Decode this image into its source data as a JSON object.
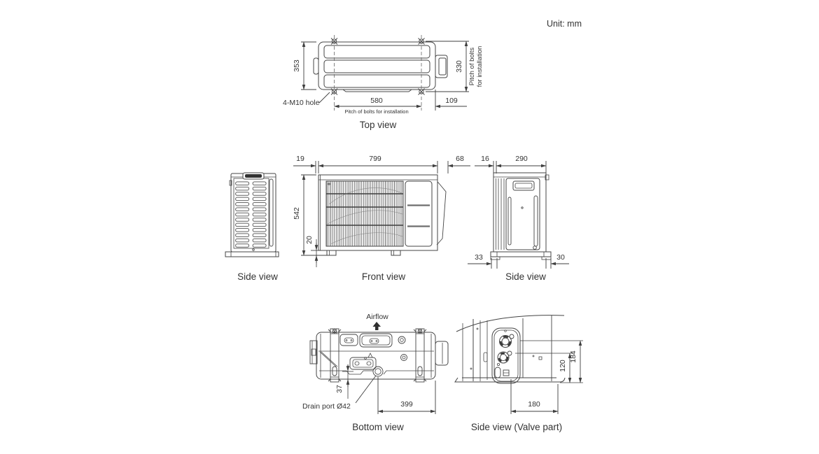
{
  "unit_note": "Unit: mm",
  "views": {
    "top": {
      "caption": "Top view",
      "dims": {
        "height": "353",
        "bolt_pitch_v": "330",
        "bolt_pitch_h": "580",
        "right_offset": "109"
      },
      "labels": {
        "hole": "4-M10 hole",
        "pitch_h": "Pitch of bolts for installation",
        "pitch_v_line1": "Pitch of bolts",
        "pitch_v_line2": "for installation"
      }
    },
    "side_left": {
      "caption": "Side view"
    },
    "front": {
      "caption": "Front view",
      "dims": {
        "left_offset": "19",
        "width": "799",
        "valve_cover": "68",
        "height": "542",
        "foot_height": "20"
      }
    },
    "side_right": {
      "caption": "Side view",
      "dims": {
        "grille_offset": "16",
        "depth": "290",
        "foot_offset_left": "33",
        "foot_offset_right": "30"
      }
    },
    "bottom": {
      "caption": "Bottom view",
      "labels": {
        "airflow": "Airflow",
        "drain": "Drain port Ø42"
      },
      "dims": {
        "drain_from_edge": "37",
        "drain_pitch": "399"
      }
    },
    "valve": {
      "caption": "Side view (Valve part)",
      "dims": {
        "gas_valve_height": "120",
        "liquid_valve_height": "184",
        "valve_offset": "180"
      }
    }
  }
}
